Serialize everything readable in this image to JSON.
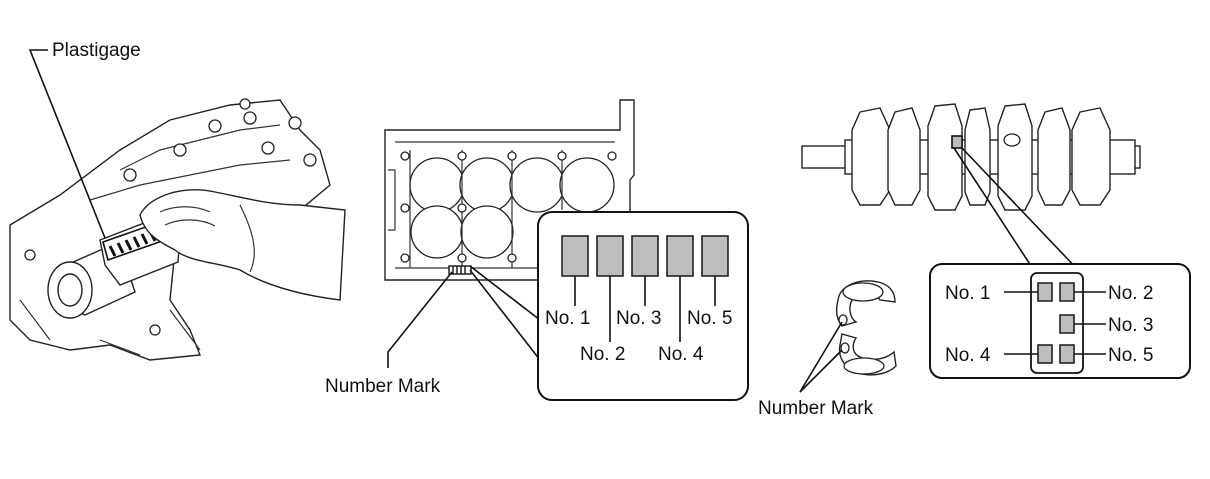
{
  "labels": {
    "plastigage": "Plastigage",
    "number_mark_block": "Number Mark",
    "number_mark_bearing": "Number Mark"
  },
  "block_callout": {
    "no1": "No. 1",
    "no2": "No. 2",
    "no3": "No. 3",
    "no4": "No. 4",
    "no5": "No. 5"
  },
  "crank_callout": {
    "no1": "No. 1",
    "no2": "No. 2",
    "no3": "No. 3",
    "no4": "No. 4",
    "no5": "No. 5"
  },
  "colors": {
    "mark_fill": "#bdbdbd",
    "line": "#111111"
  }
}
